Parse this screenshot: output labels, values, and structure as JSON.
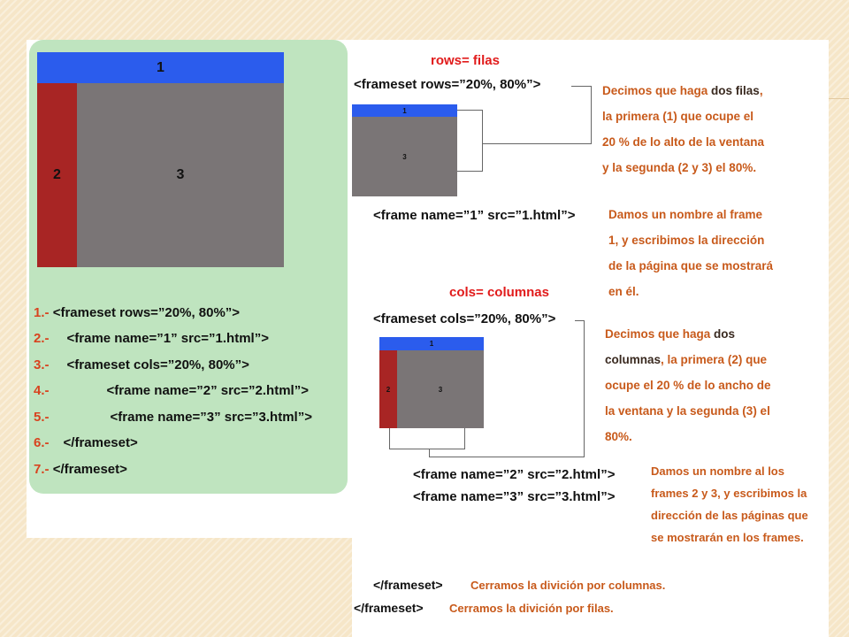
{
  "left_diagram": {
    "frame1": "1",
    "frame2": "2",
    "frame3": "3"
  },
  "code_lines": [
    {
      "num": "1.-",
      "code": "<frameset rows=”20%, 80%”>"
    },
    {
      "num": "2.-",
      "code": "<frame name=”1” src=”1.html”>"
    },
    {
      "num": "3.-",
      "code": "<frameset cols=”20%, 80%”>"
    },
    {
      "num": "4.-",
      "code": "<frame name=”2” src=”2.html”>"
    },
    {
      "num": "5.-",
      "code": "<frame name=”3” src=”3.html”>"
    },
    {
      "num": "6.-",
      "code": "</frameset>"
    },
    {
      "num": "7.-",
      "code": "</frameset>"
    }
  ],
  "rows_section": {
    "title": "rows= filas",
    "code": "<frameset rows=”20%, 80%”>",
    "mini_frame1": "1",
    "mini_frame3": "3",
    "note_lines": [
      {
        "pre": "Decimos que haga ",
        "strong": "dos filas",
        "post": ","
      },
      {
        "pre": "la primera (1) que ocupe el",
        "strong": "",
        "post": ""
      },
      {
        "pre": "20 % de lo alto de la ventana",
        "strong": "",
        "post": ""
      },
      {
        "pre": "y la segunda (2 y 3) el 80%.",
        "strong": "",
        "post": ""
      }
    ],
    "frame_code": "<frame name=”1” src=”1.html”>",
    "frame_note_lines": [
      "Damos un nombre al frame",
      "1, y escribimos la dirección",
      "de la página que se mostrará",
      "en él."
    ]
  },
  "cols_section": {
    "title": "cols= columnas",
    "code": "<frameset cols=”20%, 80%”>",
    "mini_frame1": "1",
    "mini_frame2": "2",
    "mini_frame3": "3",
    "note_lines": [
      {
        "pre": "Decimos que haga ",
        "strong": "dos",
        "post": ""
      },
      {
        "pre": "",
        "strong": "columnas",
        "post": ", la primera (2) que"
      },
      {
        "pre": "ocupe el 20 % de lo ancho de",
        "strong": "",
        "post": ""
      },
      {
        "pre": "la ventana y la segunda (3) el",
        "strong": "",
        "post": ""
      },
      {
        "pre": "80%.",
        "strong": "",
        "post": ""
      }
    ],
    "frame_code_1": "<frame name=”2” src=”2.html”>",
    "frame_code_2": "<frame name=”3” src=”3.html”>",
    "frames_note_lines": [
      "Damos un nombre al los",
      "frames 2 y 3, y escribimos la",
      "dirección de las páginas que",
      "se mostrarán en los frames."
    ]
  },
  "closing": {
    "cols_code": "</frameset>",
    "cols_note": "Cerramos la divición por columnas.",
    "rows_code": "</frameset>",
    "rows_note": "Cerramos la divición por filas."
  }
}
